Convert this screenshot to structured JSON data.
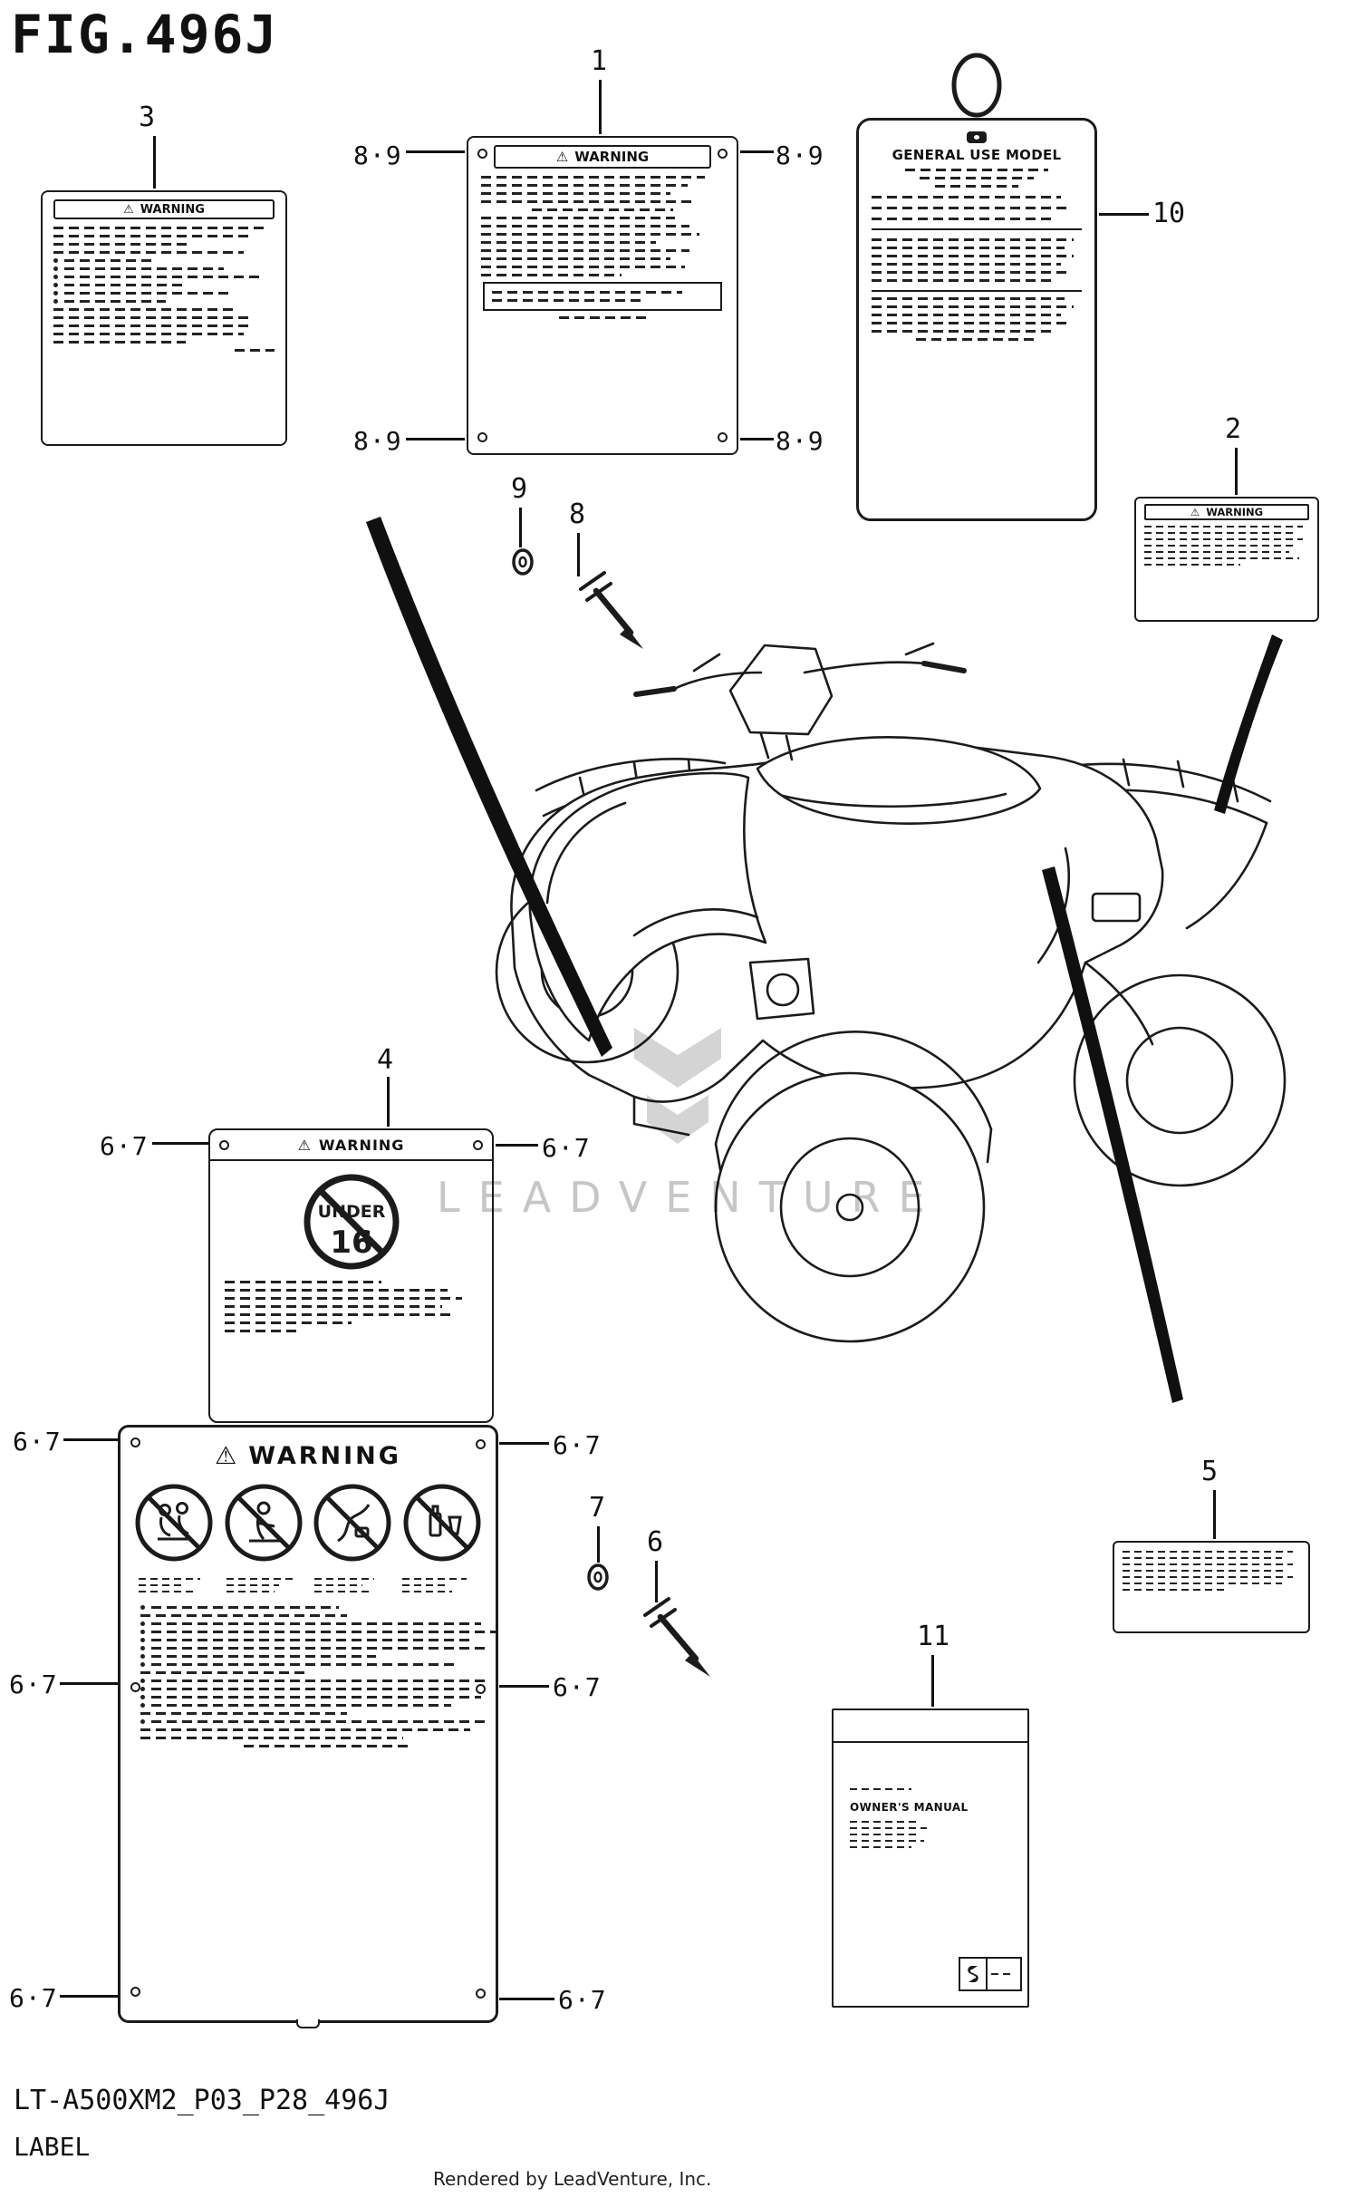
{
  "figure": {
    "title": "FIG.496J",
    "part_code": "LT-A500XM2_P03_P28_496J",
    "part_type": "LABEL",
    "rendered_by": "Rendered by LeadVenture, Inc.",
    "watermark": "LEADVENTURE"
  },
  "callouts": {
    "n1": "1",
    "n2": "2",
    "n3": "3",
    "n4": "4",
    "n5": "5",
    "n6": "6",
    "n7": "7",
    "n8": "8",
    "n9": "9",
    "n10": "10",
    "n11": "11",
    "pair_8_9": "8·9",
    "pair_6_7": "6·7"
  },
  "labels": {
    "warning_symbol": "⚠",
    "warning_word": "WARNING",
    "hang_tag_title": "GENERAL USE MODEL",
    "age_restriction_word": "UNDER",
    "age_restriction_number": "16",
    "owners_manual_title": "OWNER'S MANUAL"
  }
}
